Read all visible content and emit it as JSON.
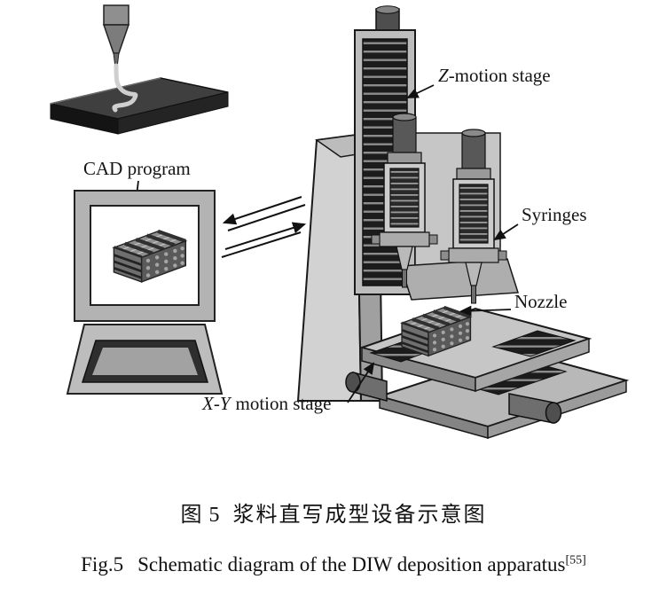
{
  "figure": {
    "caption_zh_label": "图 5",
    "caption_zh_text": "浆料直写成型设备示意图",
    "caption_en_label": "Fig.5",
    "caption_en_text": "Schematic diagram of the DIW deposition apparatus",
    "caption_en_ref": "[55]"
  },
  "diagram": {
    "labels": {
      "cad_program": "CAD program",
      "z_stage_italic": "Z",
      "z_stage_rest": "-motion stage",
      "syringes": "Syringes",
      "nozzle": "Nozzle",
      "xy_stage_italic": "X-Y",
      "xy_stage_rest": "motion stage"
    },
    "colors": {
      "background": "#ffffff",
      "ink": "#111111",
      "metal_light": "#cccccc",
      "metal_mid": "#9e9e9e",
      "metal_dark": "#4e4e4e",
      "panel_dark": "#1c1c1c"
    }
  }
}
